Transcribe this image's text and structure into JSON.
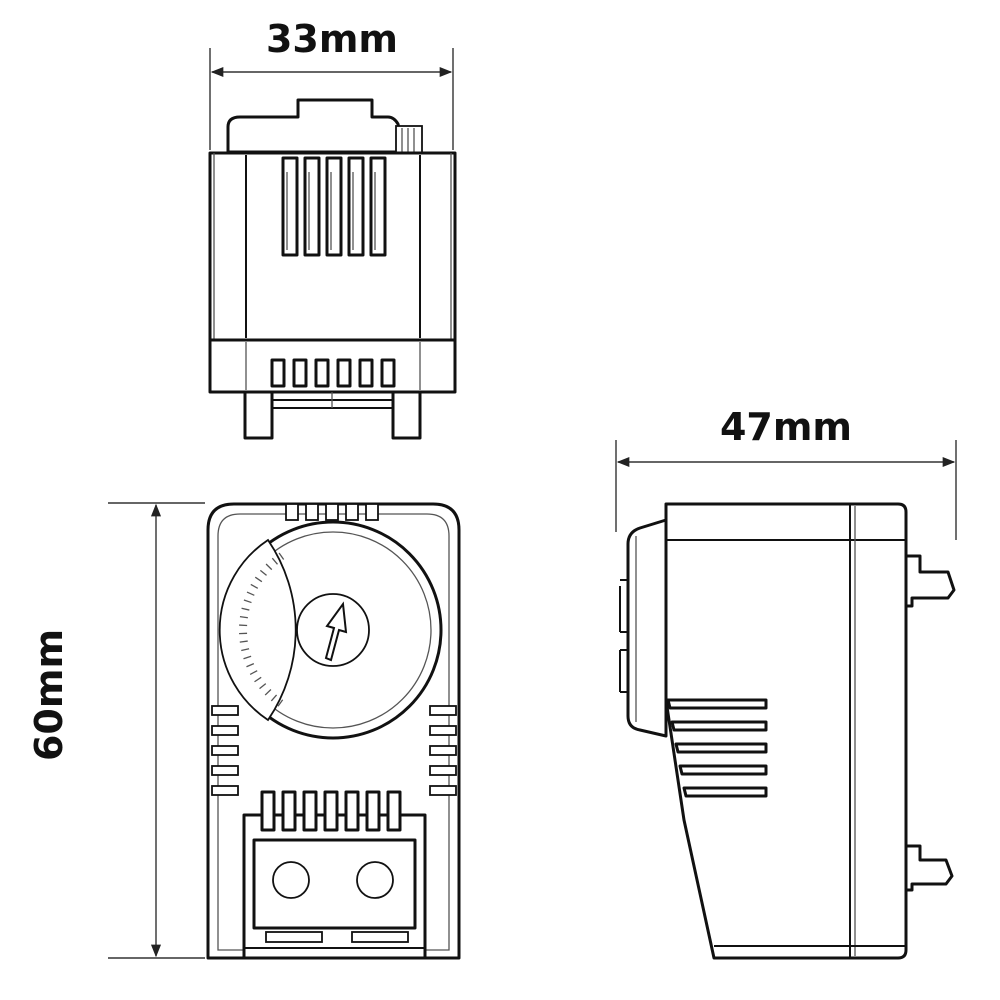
{
  "dimensions": {
    "width_label": "33mm",
    "depth_label": "47mm",
    "height_label": "60mm"
  },
  "colors": {
    "stroke": "#111111",
    "background": "#ffffff"
  }
}
